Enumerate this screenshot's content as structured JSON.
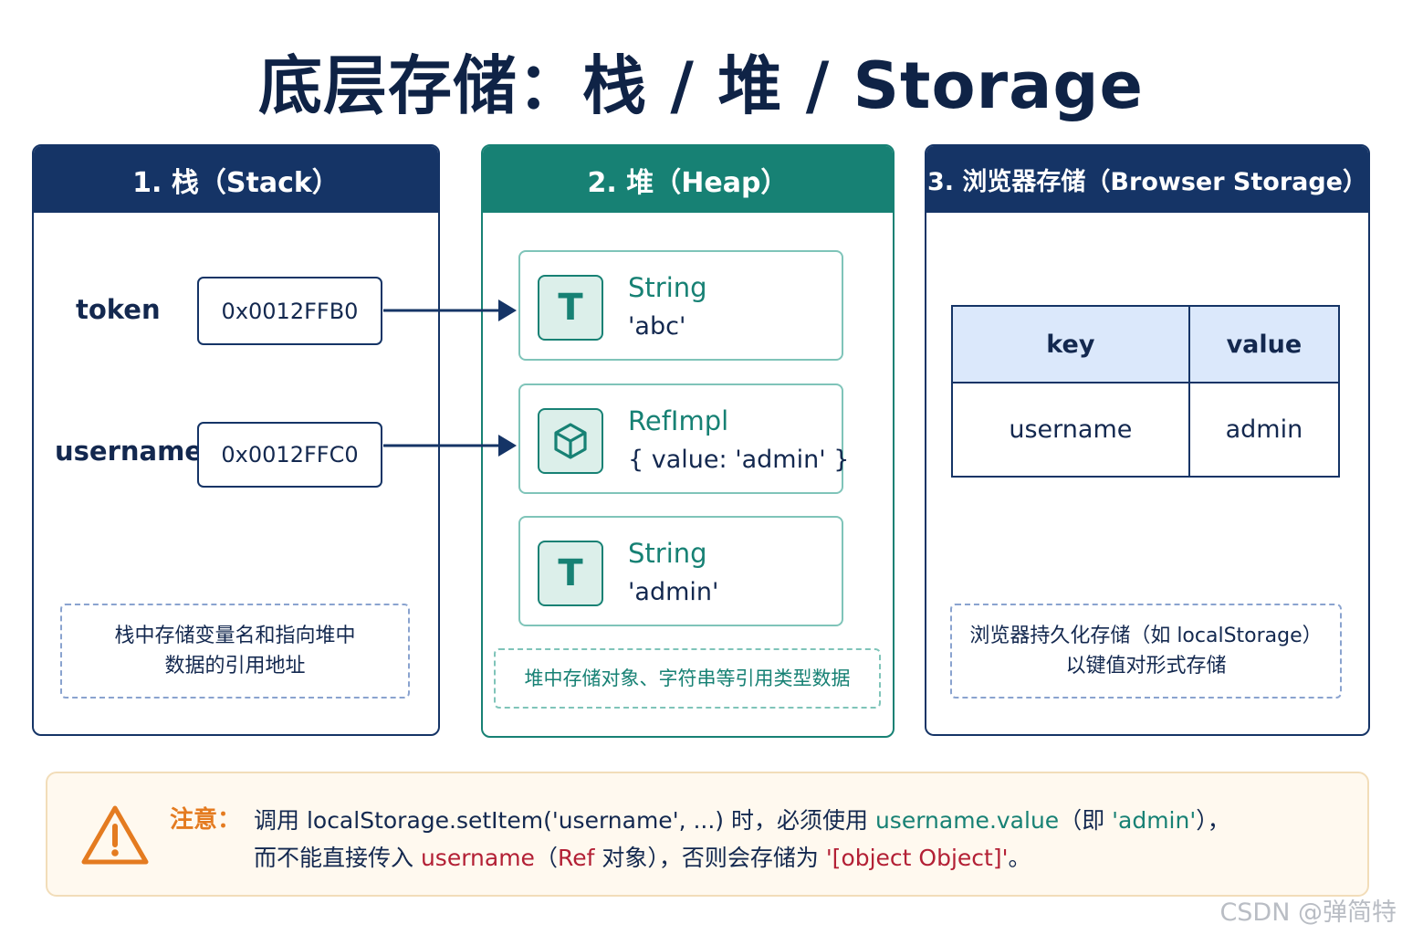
{
  "title": "底层存储：栈 / 堆 / Storage",
  "stack": {
    "header": "1. 栈（Stack）",
    "vars": [
      {
        "name": "token",
        "address": "0x0012FFB0"
      },
      {
        "name": "username",
        "address": "0x0012FFC0"
      }
    ],
    "note_line1": "栈中存储变量名和指向堆中",
    "note_line2": "数据的引用地址"
  },
  "heap": {
    "header": "2. 堆（Heap）",
    "items": [
      {
        "icon": "T",
        "icon_name": "text-type-icon",
        "type": "String",
        "value": "'abc'"
      },
      {
        "icon": "cube",
        "icon_name": "cube-object-icon",
        "type": "RefImpl",
        "value": "{ value: 'admin' }"
      },
      {
        "icon": "T",
        "icon_name": "text-type-icon",
        "type": "String",
        "value": "'admin'"
      }
    ],
    "note": "堆中存储对象、字符串等引用类型数据"
  },
  "storage": {
    "header": "3. 浏览器存储（Browser Storage）",
    "table": {
      "headers": [
        "key",
        "value"
      ],
      "rows": [
        [
          "username",
          "admin"
        ]
      ]
    },
    "note_line1": "浏览器持久化存储（如 localStorage）",
    "note_line2": "以键值对形式存储"
  },
  "warning": {
    "title": "注意：",
    "line1": {
      "t1": "调用 localStorage.setItem('username', ...) 时，必须使用 ",
      "h1": "username.value",
      "t2": "（即 ",
      "h2": "'admin'",
      "t3": "），"
    },
    "line2": {
      "t1": "而不能直接传入 ",
      "h1": "username",
      "t2": "（",
      "h2": "Ref",
      "t3": " 对象），否则会存储为 ",
      "h3": "'[object Object]'",
      "t4": "。"
    }
  },
  "watermark": "CSDN @弹简特",
  "colors": {
    "navy": "#153466",
    "teal": "#178174",
    "warning_orange": "#e47b20",
    "highlight_red": "#b32035",
    "table_header_bg": "#dbe8fb"
  }
}
